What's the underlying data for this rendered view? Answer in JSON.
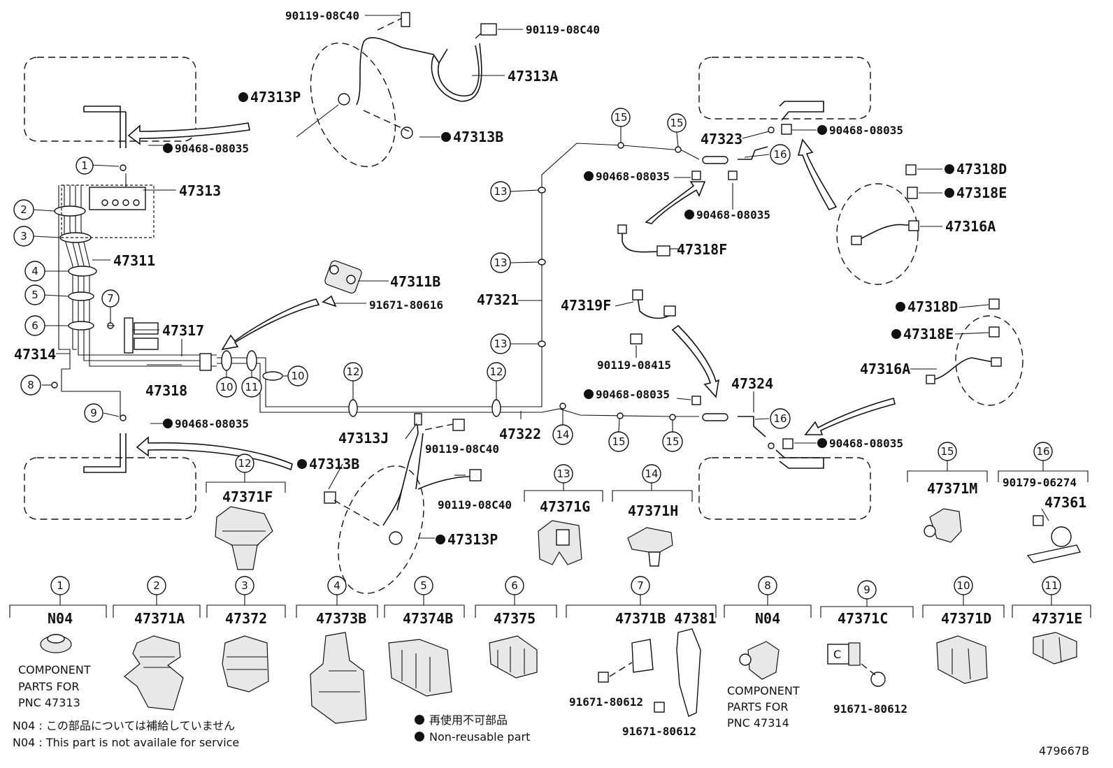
{
  "diagram_number": "479667B",
  "callouts": {
    "bolt_top_left": "90119-08C40",
    "bolt_top_right": "90119-08C40",
    "hose_47313A": "47313A",
    "p47313P_top": "47313P",
    "p47313B_top": "47313B",
    "clip_90468_a": "90468-08035",
    "tube_47313": "47313",
    "tube_47311": "47311",
    "bracket_47311B": "47311B",
    "bolt_91671_80616": "91671-80616",
    "tube_47317": "47317",
    "tube_47314": "47314",
    "tube_47318": "47318",
    "clip_90468_b": "90468-08035",
    "p47313B_bottom": "47313B",
    "p47313J": "47313J",
    "bolt_mid_a": "90119-08C40",
    "bolt_mid_b": "90119-08C40",
    "p47313P_bottom": "47313P",
    "tube_47322": "47322",
    "tube_47321": "47321",
    "p47323": "47323",
    "clip_90468_c": "90468-08035",
    "clip_90468_d": "90468-08035",
    "clip_90468_e": "90468-08035",
    "p47318D_a": "47318D",
    "p47318E_a": "47318E",
    "p47316A_a": "47316A",
    "p47318F": "47318F",
    "p47319F": "47319F",
    "bolt_90119_08415": "90119-08415",
    "clip_90468_f": "90468-08035",
    "p47324": "47324",
    "clip_90468_g": "90468-08035",
    "p47318D_b": "47318D",
    "p47318E_b": "47318E",
    "p47316A_b": "47316A"
  },
  "circled_refs": [
    "1",
    "2",
    "3",
    "4",
    "5",
    "6",
    "7",
    "8",
    "9",
    "10",
    "11",
    "12",
    "13",
    "14",
    "15",
    "16"
  ],
  "bottom_parts": [
    {
      "ref": "1",
      "code": "N04",
      "note": [
        "COMPONENT",
        "PARTS FOR",
        "PNC 47313"
      ]
    },
    {
      "ref": "2",
      "code": "47371A"
    },
    {
      "ref": "3",
      "code": "47372"
    },
    {
      "ref": "4",
      "code": "47373B"
    },
    {
      "ref": "5",
      "code": "47374B"
    },
    {
      "ref": "6",
      "code": "47375"
    },
    {
      "ref": "7",
      "code": "47371B 47381",
      "bolt_a": "91671-80612",
      "bolt_b": "91671-80612"
    },
    {
      "ref": "8",
      "code": "N04",
      "note": [
        "COMPONENT",
        "PARTS FOR",
        "PNC 47314"
      ]
    },
    {
      "ref": "9",
      "code": "47371C",
      "bolt": "91671-80612"
    },
    {
      "ref": "10",
      "code": "47371D"
    },
    {
      "ref": "11",
      "code": "47371E"
    }
  ],
  "mid_parts": [
    {
      "ref": "12",
      "code": "47371F"
    },
    {
      "ref": "13",
      "code": "47371G"
    },
    {
      "ref": "14",
      "code": "47371H"
    },
    {
      "ref": "15",
      "code": "47371M"
    },
    {
      "ref": "16",
      "code": "90179-06274",
      "code2": "47361"
    }
  ],
  "legend": {
    "n04_jp": "N04 : この部品については補給していません",
    "n04_en": "N04 : This part is not availale for service",
    "nonreuse_jp": "再使用不可部品",
    "nonreuse_en": "Non-reusable part"
  }
}
